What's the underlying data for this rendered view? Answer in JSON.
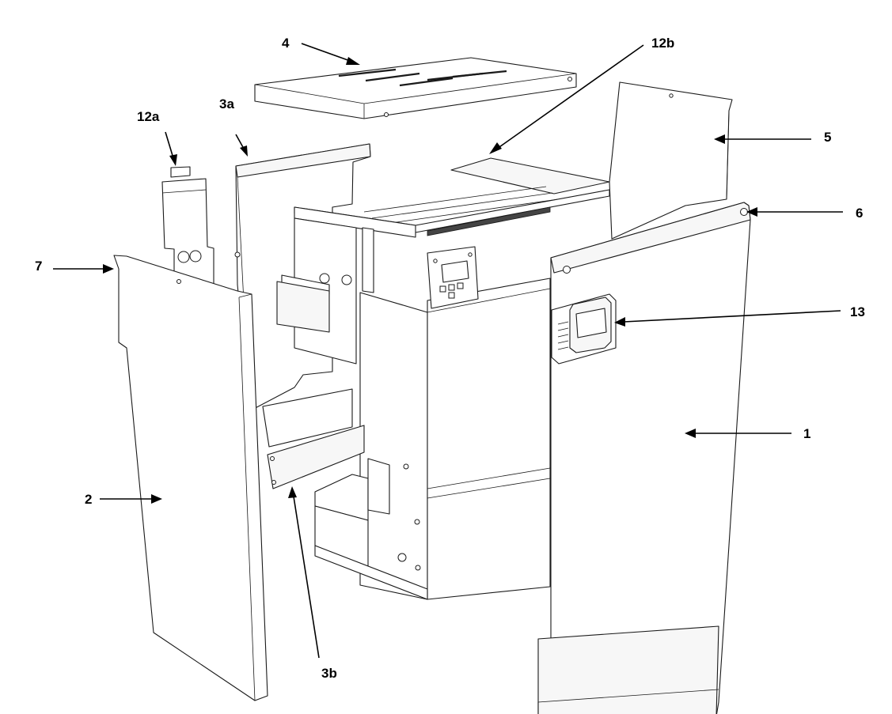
{
  "labels": {
    "l1": "1",
    "l2": "2",
    "l3a": "3a",
    "l3b": "3b",
    "l4": "4",
    "l5": "5",
    "l6": "6",
    "l7": "7",
    "l12a": "12a",
    "l12b": "12b",
    "l13": "13"
  }
}
